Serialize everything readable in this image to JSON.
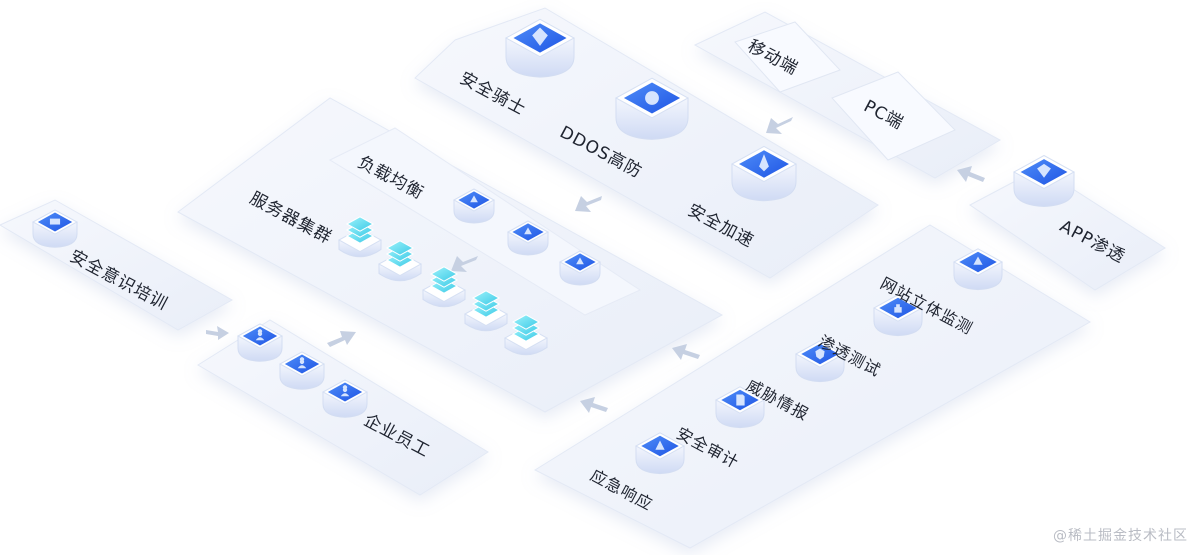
{
  "labels": {
    "security_knight": "安全骑士",
    "ddos_defense": "DDOS高防",
    "security_acceleration": "安全加速",
    "mobile": "移动端",
    "pc": "PC端",
    "app_penetration": "APP渗透",
    "load_balancing": "负载均衡",
    "server_cluster": "服务器集群",
    "security_training": "安全意识培训",
    "employees": "企业员工",
    "website_monitoring": "网站立体监测",
    "penetration_testing": "渗透测试",
    "threat_intelligence": "威胁情报",
    "security_audit": "安全审计",
    "emergency_response": "应急响应"
  },
  "icons": {
    "security_knight": "shield-globe-icon",
    "ddos_defense": "gear-icon",
    "security_acceleration": "rocket-icon",
    "app_penetration": "target-icon",
    "load_balancing": "network-node-icon",
    "server_cluster": "stack-layers-icon",
    "security_training": "screen-icon",
    "employees": "user-icon",
    "website_monitoring": "monitor-alert-icon",
    "penetration_testing": "lock-icon",
    "threat_intelligence": "shield-icon",
    "security_audit": "document-icon",
    "emergency_response": "alert-icon"
  },
  "colors": {
    "platform": "#eef2fa",
    "platform_edge": "#dde4f2",
    "cube_top": "#2e6cf5",
    "cube_side": "#dfe8fb",
    "arrow": "#c3cde0",
    "cyan": "#5fe0f0"
  },
  "watermark": "@稀土掘金技术社区"
}
